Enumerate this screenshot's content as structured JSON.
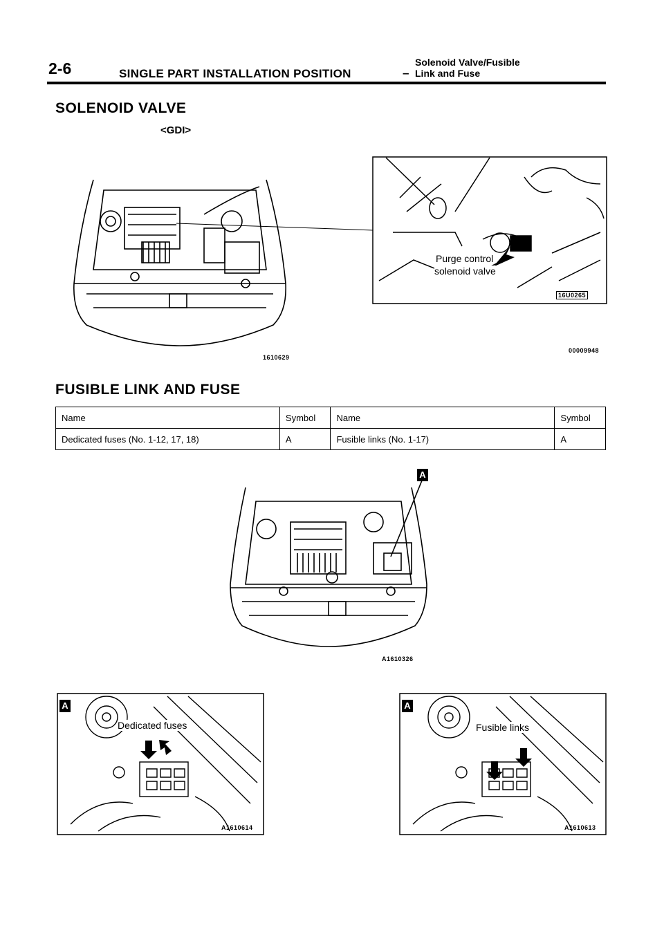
{
  "header": {
    "page_number": "2-6",
    "title": "SINGLE PART INSTALLATION POSITION",
    "dash": "–",
    "subtitle_line1": "Solenoid Valve/Fusible",
    "subtitle_line2": "Link and Fuse"
  },
  "solenoid_section": {
    "heading": "SOLENOID VALVE",
    "engine_variant": "<GDI>",
    "callout": "Purge control",
    "callout_line2": "solenoid valve",
    "figure_codes": [
      "1610629",
      "16U0265",
      "00009948"
    ]
  },
  "fuse_section": {
    "heading": "FUSIBLE LINK AND FUSE",
    "table": {
      "headers": [
        "Name",
        "Symbol",
        "Name",
        "Symbol"
      ],
      "rows": [
        [
          "Dedicated fuses (No. 1-12, 17, 18)",
          "A",
          "Fusible links (No. 1-17)",
          "A"
        ]
      ]
    },
    "badge": "A",
    "figure_code_overview": "A1610326",
    "detail_left": {
      "badge": "A",
      "callout": "Dedicated fuses",
      "code": "A1610614"
    },
    "detail_right": {
      "badge": "A",
      "callout": "Fusible links",
      "code": "A1610613"
    }
  }
}
